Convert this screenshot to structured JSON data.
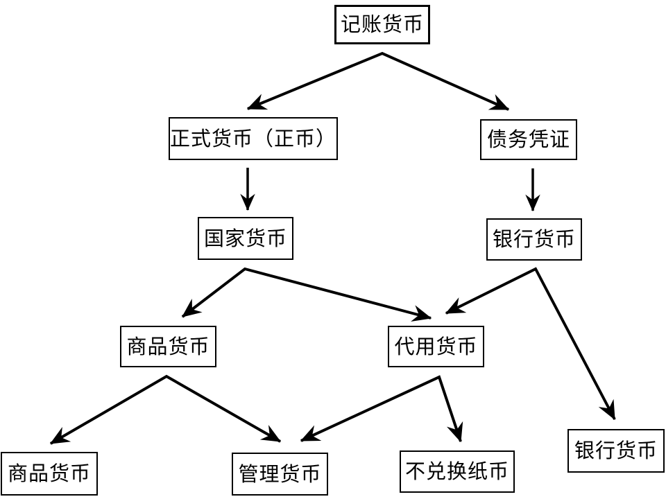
{
  "diagram": {
    "type": "flowchart",
    "background_color": "#ffffff",
    "line_color": "#000000",
    "nodes": {
      "money_of_account": {
        "label": "记账货币"
      },
      "formal_money": {
        "label": "正式货币（正币）"
      },
      "debt_certificate": {
        "label": "债务凭证"
      },
      "state_money": {
        "label": "国家货币"
      },
      "bank_money": {
        "label": "银行货币"
      },
      "commodity_money": {
        "label": "商品货币"
      },
      "token_money": {
        "label": "代用货币"
      },
      "commodity_money_leaf": {
        "label": "商品货币"
      },
      "managed_money": {
        "label": "管理货币"
      },
      "inconvertible_paper_money": {
        "label": "不兑换纸币"
      },
      "bank_money_leaf": {
        "label": "银行货币"
      }
    },
    "edges": [
      {
        "from": "money_of_account",
        "to": "formal_money"
      },
      {
        "from": "money_of_account",
        "to": "debt_certificate"
      },
      {
        "from": "formal_money",
        "to": "state_money"
      },
      {
        "from": "debt_certificate",
        "to": "bank_money"
      },
      {
        "from": "state_money",
        "to": "commodity_money"
      },
      {
        "from": "state_money",
        "to": "token_money"
      },
      {
        "from": "bank_money",
        "to": "token_money"
      },
      {
        "from": "bank_money",
        "to": "bank_money_leaf"
      },
      {
        "from": "commodity_money",
        "to": "commodity_money_leaf"
      },
      {
        "from": "commodity_money",
        "to": "managed_money"
      },
      {
        "from": "token_money",
        "to": "managed_money"
      },
      {
        "from": "token_money",
        "to": "inconvertible_paper_money"
      }
    ]
  }
}
